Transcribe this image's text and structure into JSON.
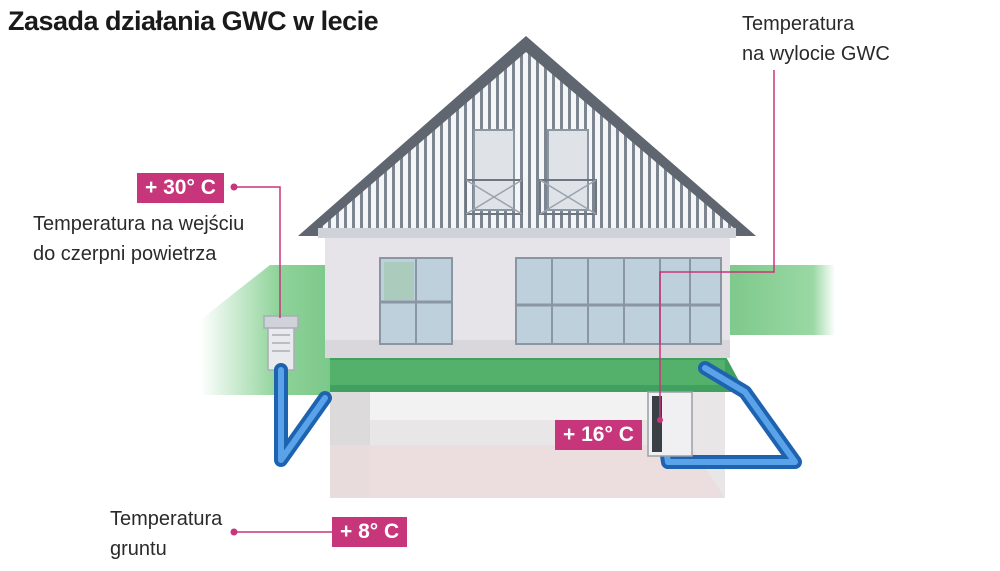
{
  "title": "Zasada działania GWC w lecie",
  "callouts": {
    "inlet": {
      "value": "+ 30° C",
      "label_line1": "Temperatura na wejściu",
      "label_line2": "do czerpni powietrza"
    },
    "outlet": {
      "value": "+ 16° C",
      "label_line1": "Temperatura",
      "label_line2": "na wylocie GWC"
    },
    "ground": {
      "value": "+ 8° C",
      "label_line1": "Temperatura",
      "label_line2": "gruntu"
    }
  },
  "colors": {
    "accent": "#c7357a",
    "pipe": "#2f7fd0",
    "grass": "#8fd39a",
    "wall": "#e4e2e6",
    "roof_dark": "#5f6670"
  }
}
